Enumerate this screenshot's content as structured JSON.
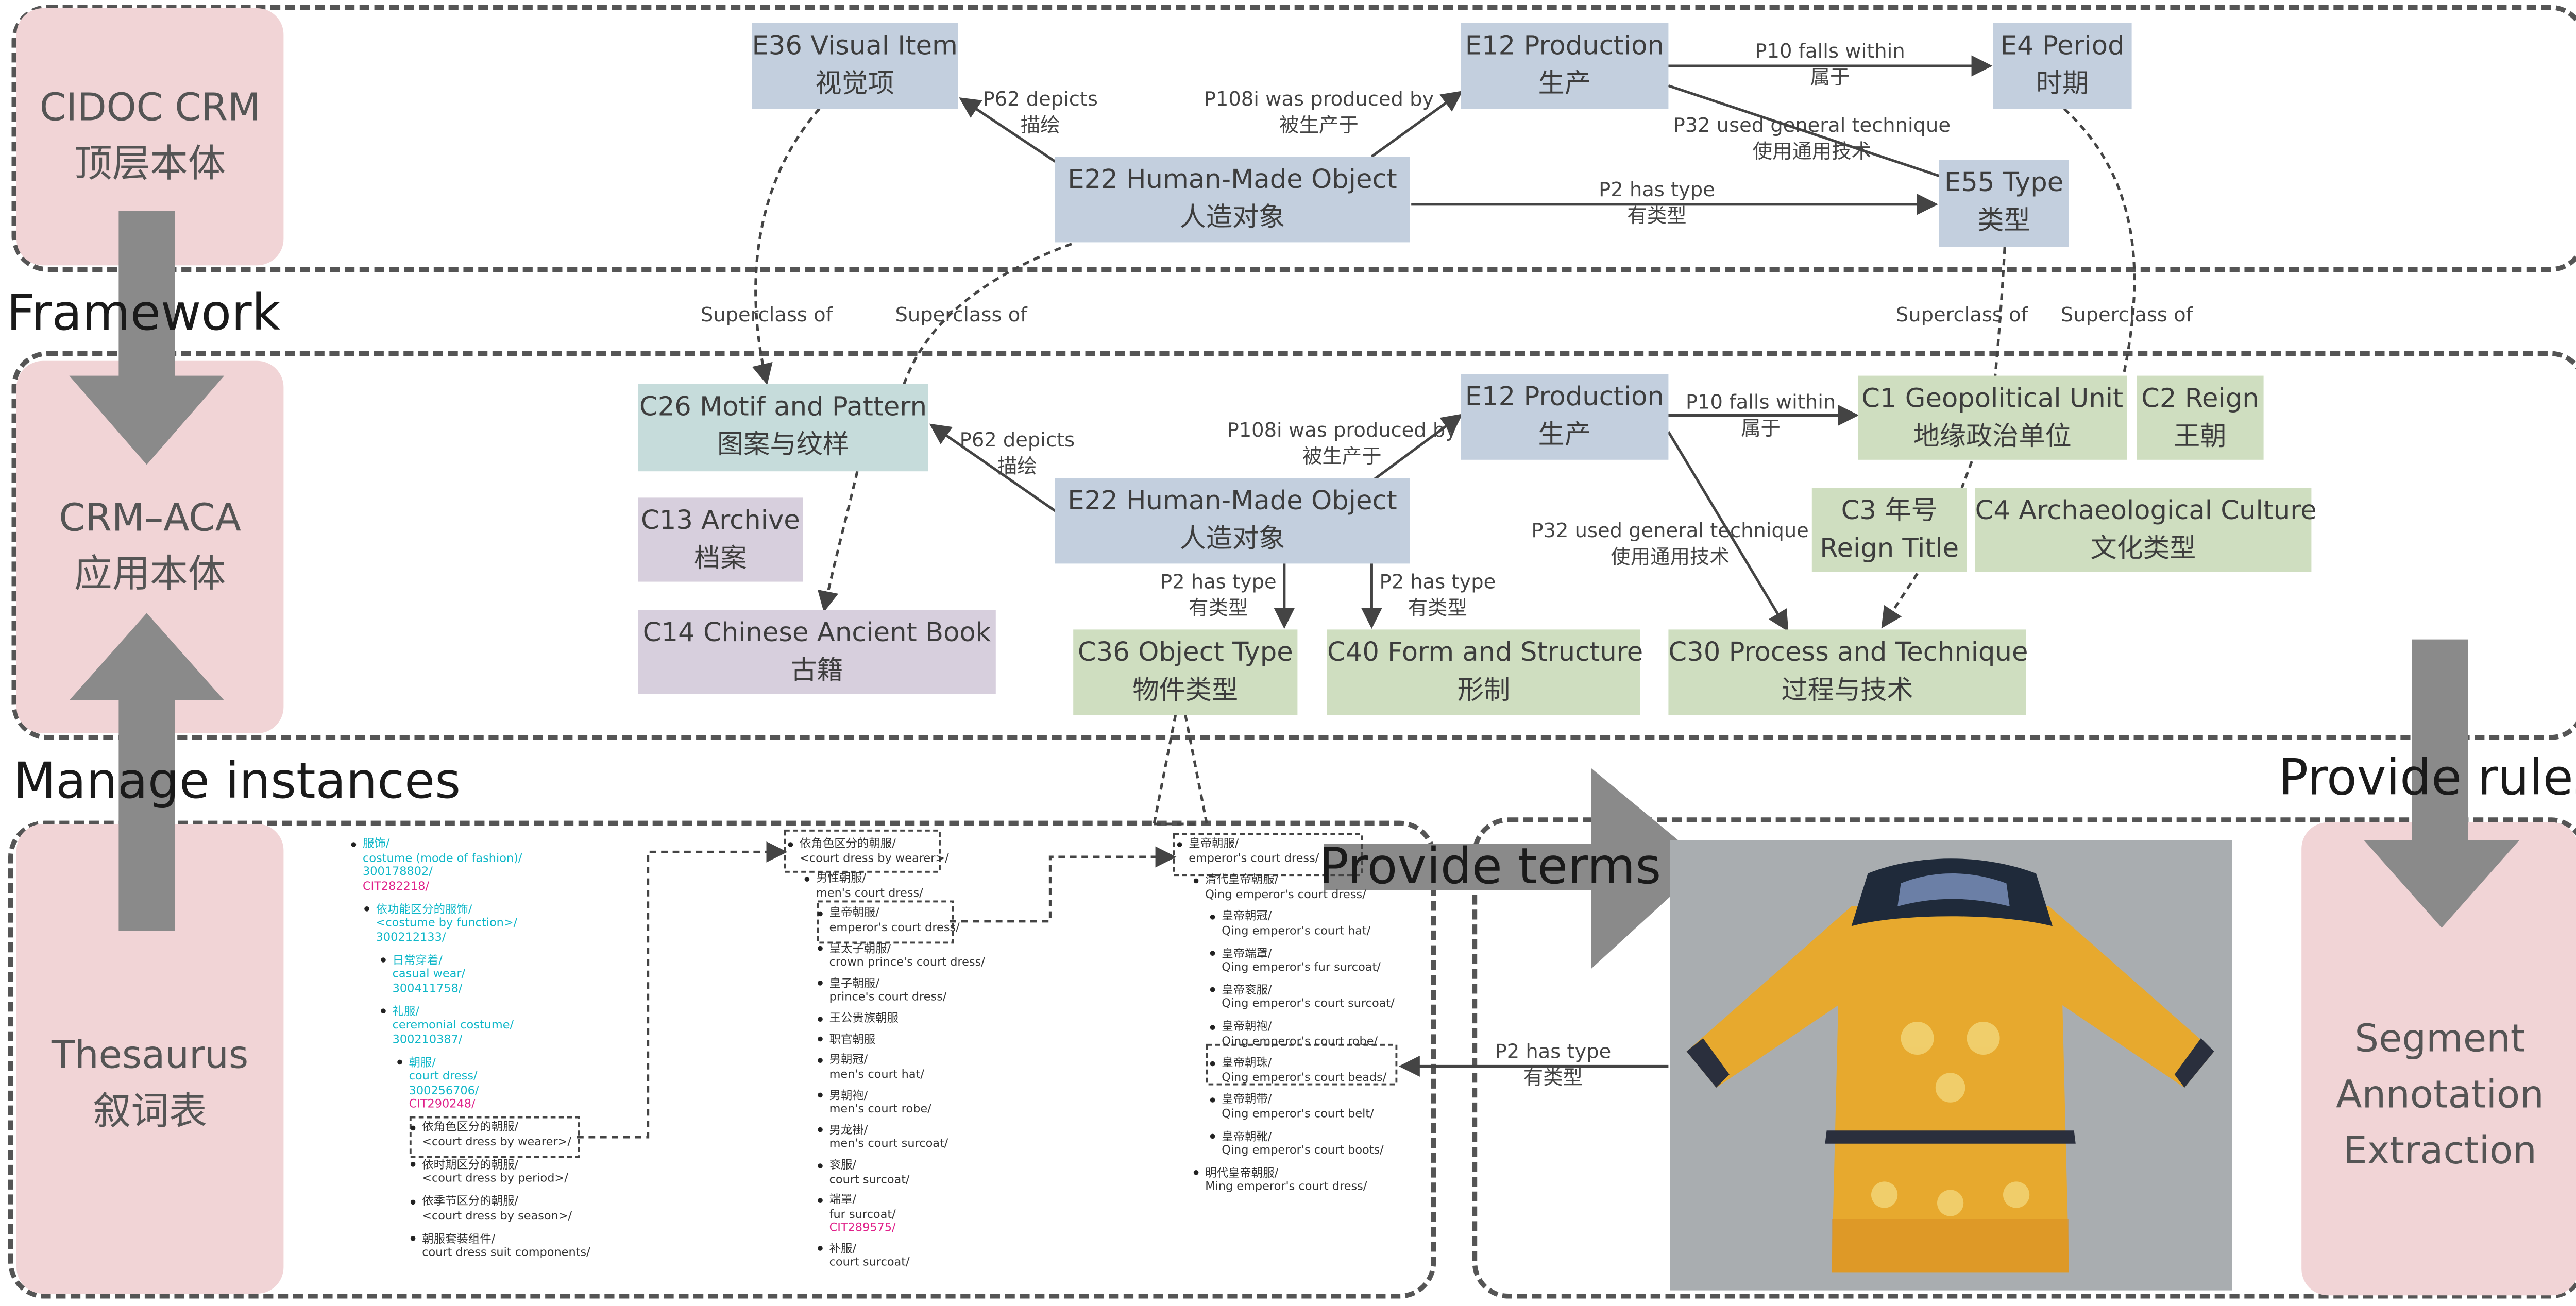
{
  "side": {
    "cidoc": [
      "CIDOC CRM",
      "顶层本体"
    ],
    "crmaca": [
      "CRM–ACA",
      "应用本体"
    ],
    "thesaurus": [
      "Thesaurus",
      "叙词表"
    ],
    "segment": [
      "Segment",
      "Annotation",
      "Extraction"
    ]
  },
  "labels": {
    "framework": "Framework",
    "manage": "Manage instances",
    "provide_rules": "Provide rules",
    "provide_terms": "Provide terms"
  },
  "nodes": {
    "e36": [
      "E36 Visual Item",
      "视觉项"
    ],
    "e12a": [
      "E12 Production",
      "生产"
    ],
    "e4": [
      "E4 Period",
      "时期"
    ],
    "e22a": [
      "E22 Human-Made Object",
      "人造对象"
    ],
    "e55": [
      "E55 Type",
      "类型"
    ],
    "c26": [
      "C26 Motif and Pattern",
      "图案与纹样"
    ],
    "e12b": [
      "E12 Production",
      "生产"
    ],
    "c1": [
      "C1 Geopolitical Unit",
      "地缘政治单位"
    ],
    "c2": [
      "C2 Reign",
      "王朝"
    ],
    "c13": [
      "C13 Archive",
      "档案"
    ],
    "e22b": [
      "E22 Human-Made Object",
      "人造对象"
    ],
    "c3": [
      "C3 年号",
      "Reign Title"
    ],
    "c4": [
      "C4 Archaeological Culture",
      "文化类型"
    ],
    "c14": [
      "C14 Chinese Ancient Book",
      "古籍"
    ],
    "c36": [
      "C36 Object Type",
      "物件类型"
    ],
    "c40": [
      "C40 Form and Structure",
      "形制"
    ],
    "c30": [
      "C30 Process and Technique",
      "过程与技术"
    ]
  },
  "edges": {
    "p62a": [
      "P62 depicts",
      "描绘"
    ],
    "p108a": [
      "P108i was produced by",
      "被生产于"
    ],
    "p10a": [
      "P10 falls within",
      "属于"
    ],
    "p32a": [
      "P32 used general technique",
      "使用通用技术"
    ],
    "p2a": [
      "P2 has type",
      "有类型"
    ],
    "sup1": "Superclass of",
    "sup2": "Superclass of",
    "sup3": "Superclass of",
    "sup4": "Superclass of",
    "p62b": [
      "P62 depicts",
      "描绘"
    ],
    "p108b": [
      "P108i was produced by",
      "被生产于"
    ],
    "p10b": [
      "P10 falls within",
      "属于"
    ],
    "p32b": [
      "P32 used general technique",
      "使用通用技术"
    ],
    "p2b": [
      "P2 has type",
      "有类型"
    ],
    "p2c": [
      "P2 has type",
      "有类型"
    ],
    "p2d": [
      "P2 has type",
      "有类型"
    ]
  },
  "tree1": [
    {
      "lines": [
        [
          "服饰/",
          "cy"
        ],
        [
          "costume (mode of fashion)/",
          "cy"
        ],
        [
          "300178802/",
          "cy"
        ],
        [
          "CIT282218/",
          "mg"
        ]
      ]
    },
    {
      "lines": [
        [
          "依功能区分的服饰/",
          "cy"
        ],
        [
          "<costume by function>/",
          "cy"
        ],
        [
          "300212133/",
          "cy"
        ]
      ]
    },
    {
      "lines": [
        [
          "日常穿着/",
          "cy"
        ],
        [
          "casual wear/",
          "cy"
        ],
        [
          "300411758/",
          "cy"
        ]
      ]
    },
    {
      "lines": [
        [
          "礼服/",
          "cy"
        ],
        [
          "ceremonial costume/",
          "cy"
        ],
        [
          "300210387/",
          "cy"
        ]
      ]
    },
    {
      "lines": [
        [
          "朝服/",
          "cy"
        ],
        [
          "court dress/",
          "cy"
        ],
        [
          "300256706/",
          "cy"
        ],
        [
          "CIT290248/",
          "mg"
        ]
      ]
    },
    {
      "lines": [
        [
          "依角色区分的朝服/",
          "dk"
        ],
        [
          "<court dress by wearer>/",
          "dk"
        ]
      ]
    },
    {
      "lines": [
        [
          "依时期区分的朝服/",
          "dk"
        ],
        [
          "<court dress by period>/",
          "dk"
        ]
      ]
    },
    {
      "lines": [
        [
          "依季节区分的朝服/",
          "dk"
        ],
        [
          "<court dress by season>/",
          "dk"
        ]
      ]
    },
    {
      "lines": [
        [
          "朝服套装组件/",
          "dk"
        ],
        [
          "court dress suit components/",
          "dk"
        ]
      ]
    }
  ],
  "tree2": [
    {
      "lines": [
        [
          "依角色区分的朝服/",
          "dk"
        ],
        [
          "<court dress by wearer>/",
          "dk"
        ]
      ]
    },
    {
      "lines": [
        [
          "男性朝服/",
          "dk"
        ],
        [
          "men's court dress/",
          "dk"
        ]
      ]
    },
    {
      "lines": [
        [
          "皇帝朝服/",
          "dk"
        ],
        [
          "emperor's court dress/",
          "dk"
        ]
      ]
    },
    {
      "lines": [
        [
          "皇太子朝服/",
          "dk"
        ],
        [
          "crown prince's court dress/",
          "dk"
        ]
      ]
    },
    {
      "lines": [
        [
          "皇子朝服/",
          "dk"
        ],
        [
          "prince's court dress/",
          "dk"
        ]
      ]
    },
    {
      "lines": [
        [
          "王公贵族朝服",
          "dk"
        ]
      ]
    },
    {
      "lines": [
        [
          "职官朝服",
          "dk"
        ]
      ]
    },
    {
      "lines": [
        [
          "男朝冠/",
          "dk"
        ],
        [
          "men's court hat/",
          "dk"
        ]
      ]
    },
    {
      "lines": [
        [
          "男朝袍/",
          "dk"
        ],
        [
          "men's court robe/",
          "dk"
        ]
      ]
    },
    {
      "lines": [
        [
          "男龙褂/",
          "dk"
        ],
        [
          "men's court surcoat/",
          "dk"
        ]
      ]
    },
    {
      "lines": [
        [
          "衮服/",
          "dk"
        ],
        [
          "court surcoat/",
          "dk"
        ]
      ]
    },
    {
      "lines": [
        [
          "端罩/",
          "dk"
        ],
        [
          "fur surcoat/",
          "dk"
        ],
        [
          "CIT289575/",
          "mg"
        ]
      ]
    },
    {
      "lines": [
        [
          "补服/",
          "dk"
        ],
        [
          "court surcoat/",
          "dk"
        ]
      ]
    }
  ],
  "tree3": [
    {
      "lines": [
        [
          "皇帝朝服/",
          "dk"
        ],
        [
          "emperor's court dress/",
          "dk"
        ]
      ]
    },
    {
      "lines": [
        [
          "清代皇帝朝服/",
          "dk"
        ],
        [
          "Qing emperor's court dress/",
          "dk"
        ]
      ]
    },
    {
      "lines": [
        [
          "皇帝朝冠/",
          "dk"
        ],
        [
          "Qing emperor's court hat/",
          "dk"
        ]
      ]
    },
    {
      "lines": [
        [
          "皇帝端罩/",
          "dk"
        ],
        [
          "Qing emperor's fur surcoat/",
          "dk"
        ]
      ]
    },
    {
      "lines": [
        [
          "皇帝衮服/",
          "dk"
        ],
        [
          "Qing emperor's court surcoat/",
          "dk"
        ]
      ]
    },
    {
      "lines": [
        [
          "皇帝朝袍/",
          "dk"
        ],
        [
          "Qing emperor's court robe/",
          "dk"
        ]
      ]
    },
    {
      "lines": [
        [
          "皇帝朝珠/",
          "dk"
        ],
        [
          "Qing emperor's court beads/",
          "dk"
        ]
      ]
    },
    {
      "lines": [
        [
          "皇帝朝带/",
          "dk"
        ],
        [
          "Qing emperor's court belt/",
          "dk"
        ]
      ]
    },
    {
      "lines": [
        [
          "皇帝朝靴/",
          "dk"
        ],
        [
          "Qing emperor's court boots/",
          "dk"
        ]
      ]
    },
    {
      "lines": [
        [
          "明代皇帝朝服/",
          "dk"
        ],
        [
          "Ming emperor's court dress/",
          "dk"
        ]
      ]
    }
  ],
  "colors": {
    "blue_node": "#c3cfde",
    "teal_node": "#c6dcdb",
    "green_node": "#cfdec0",
    "lavender_node": "#d7cfdd",
    "pink_panel": "#f1d4d6",
    "arrow_gray": "#8a8a8a",
    "robe_yellow": "#e7a92e"
  }
}
